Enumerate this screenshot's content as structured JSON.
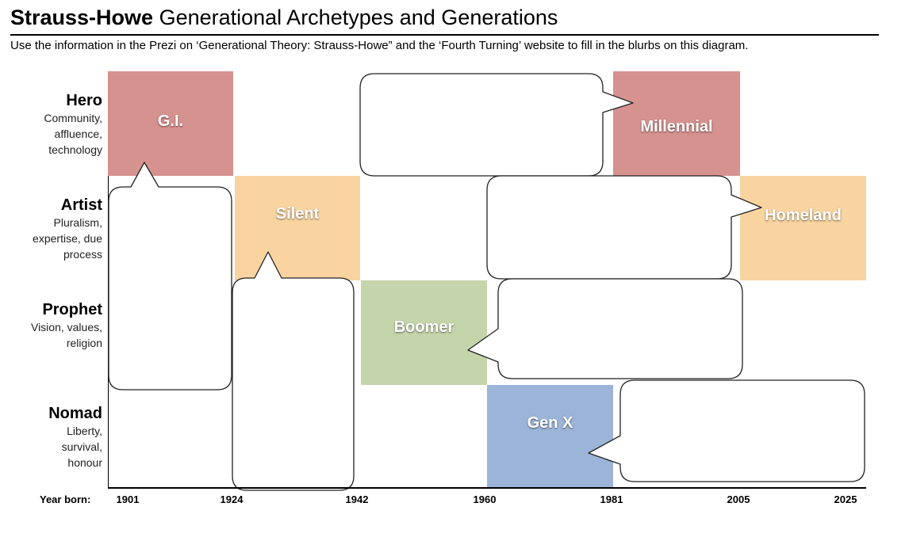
{
  "title": {
    "bold": "Strauss-Howe",
    "rest": " Generational Archetypes and Generations"
  },
  "subtitle": "Use the information in the Prezi on ‘Generational Theory: Strauss-Howe” and the ‘Fourth Turning’ website to fill in the blurbs on this diagram.",
  "archetypes": [
    {
      "name": "Hero",
      "desc": [
        "Community,",
        "affluence,",
        "technology"
      ]
    },
    {
      "name": "Artist",
      "desc": [
        "Pluralism,",
        "expertise, due",
        "process"
      ]
    },
    {
      "name": "Prophet",
      "desc": [
        "Vision, values,",
        "religion"
      ]
    },
    {
      "name": "Nomad",
      "desc": [
        "Liberty,",
        "survival,",
        "honour"
      ]
    }
  ],
  "generations": [
    {
      "name": "G.I.",
      "archetype": "Hero",
      "color": "#d6928f"
    },
    {
      "name": "Silent",
      "archetype": "Artist",
      "color": "#f9d4a0"
    },
    {
      "name": "Boomer",
      "archetype": "Prophet",
      "color": "#c5d5ab"
    },
    {
      "name": "Gen X",
      "archetype": "Nomad",
      "color": "#9cb4d7"
    },
    {
      "name": "Millennial",
      "archetype": "Hero",
      "color": "#d6928f"
    },
    {
      "name": "Homeland",
      "archetype": "Artist",
      "color": "#f9d4a0"
    }
  ],
  "axis": {
    "label": "Year born:",
    "years": [
      "1901",
      "1924",
      "1942",
      "1960",
      "1981",
      "2005",
      "2025"
    ]
  }
}
